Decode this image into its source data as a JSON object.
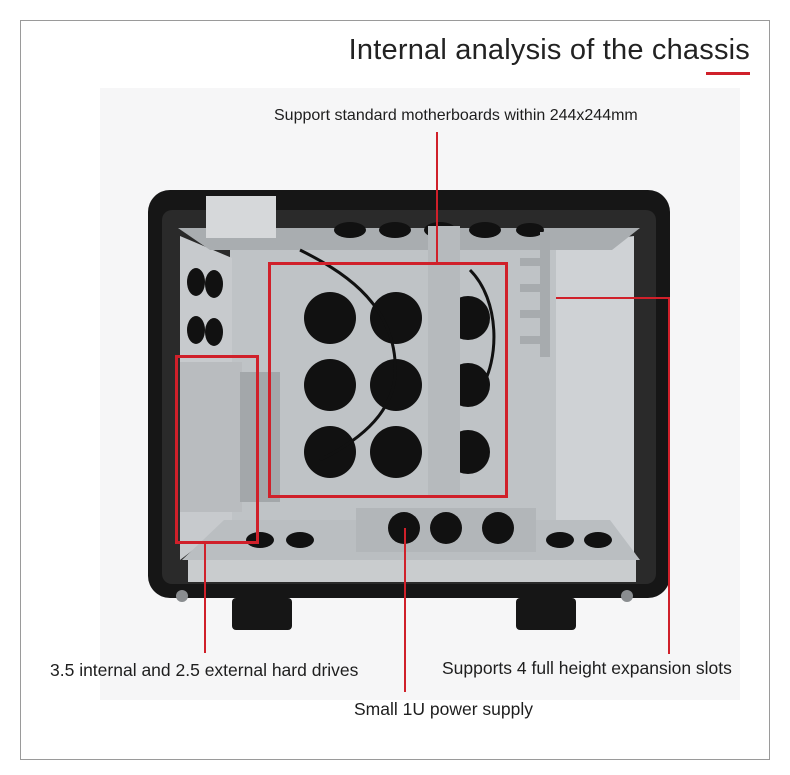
{
  "title": "Internal analysis of the chassis",
  "callouts": {
    "motherboard": "Support standard motherboards within 244x244mm",
    "drives": "3.5 internal and 2.5 external hard drives",
    "expansion": "Supports 4 full height expansion slots",
    "psu": "Small 1U power supply"
  },
  "colors": {
    "accent": "#d0202a"
  }
}
